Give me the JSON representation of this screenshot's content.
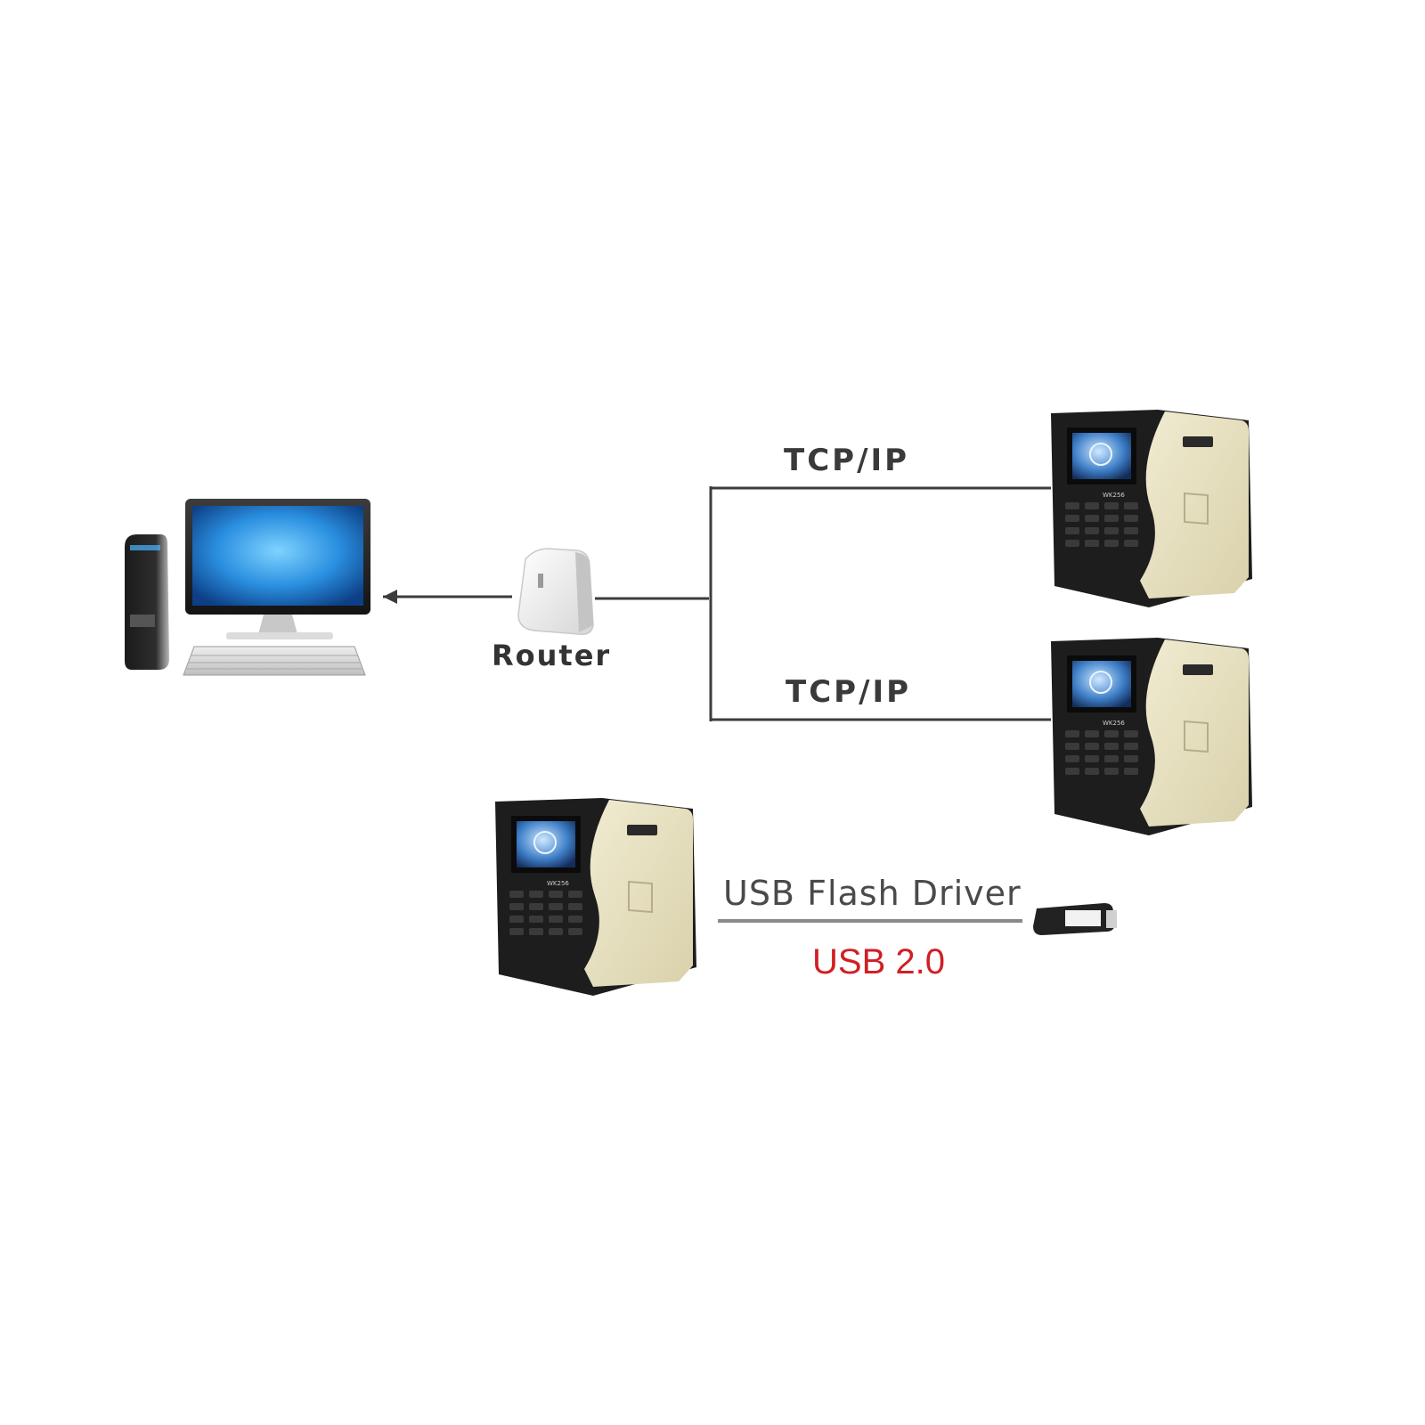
{
  "labels": {
    "tcp_ip_top": "TCP/IP",
    "tcp_ip_bottom": "TCP/IP",
    "router": "Router",
    "usb_flash_driver": "USB Flash Driver",
    "usb_version": "USB 2.0"
  },
  "colors": {
    "line": "#3c3c3c",
    "usb_version_text": "#d01f25",
    "device_beige": "#e8e2c4",
    "device_black": "#1d1d1d",
    "monitor_screen": "#2a8fe0"
  },
  "icons": [
    "desktop-computer-icon",
    "router-icon",
    "time-attendance-terminal-icon",
    "usb-flash-drive-icon"
  ]
}
